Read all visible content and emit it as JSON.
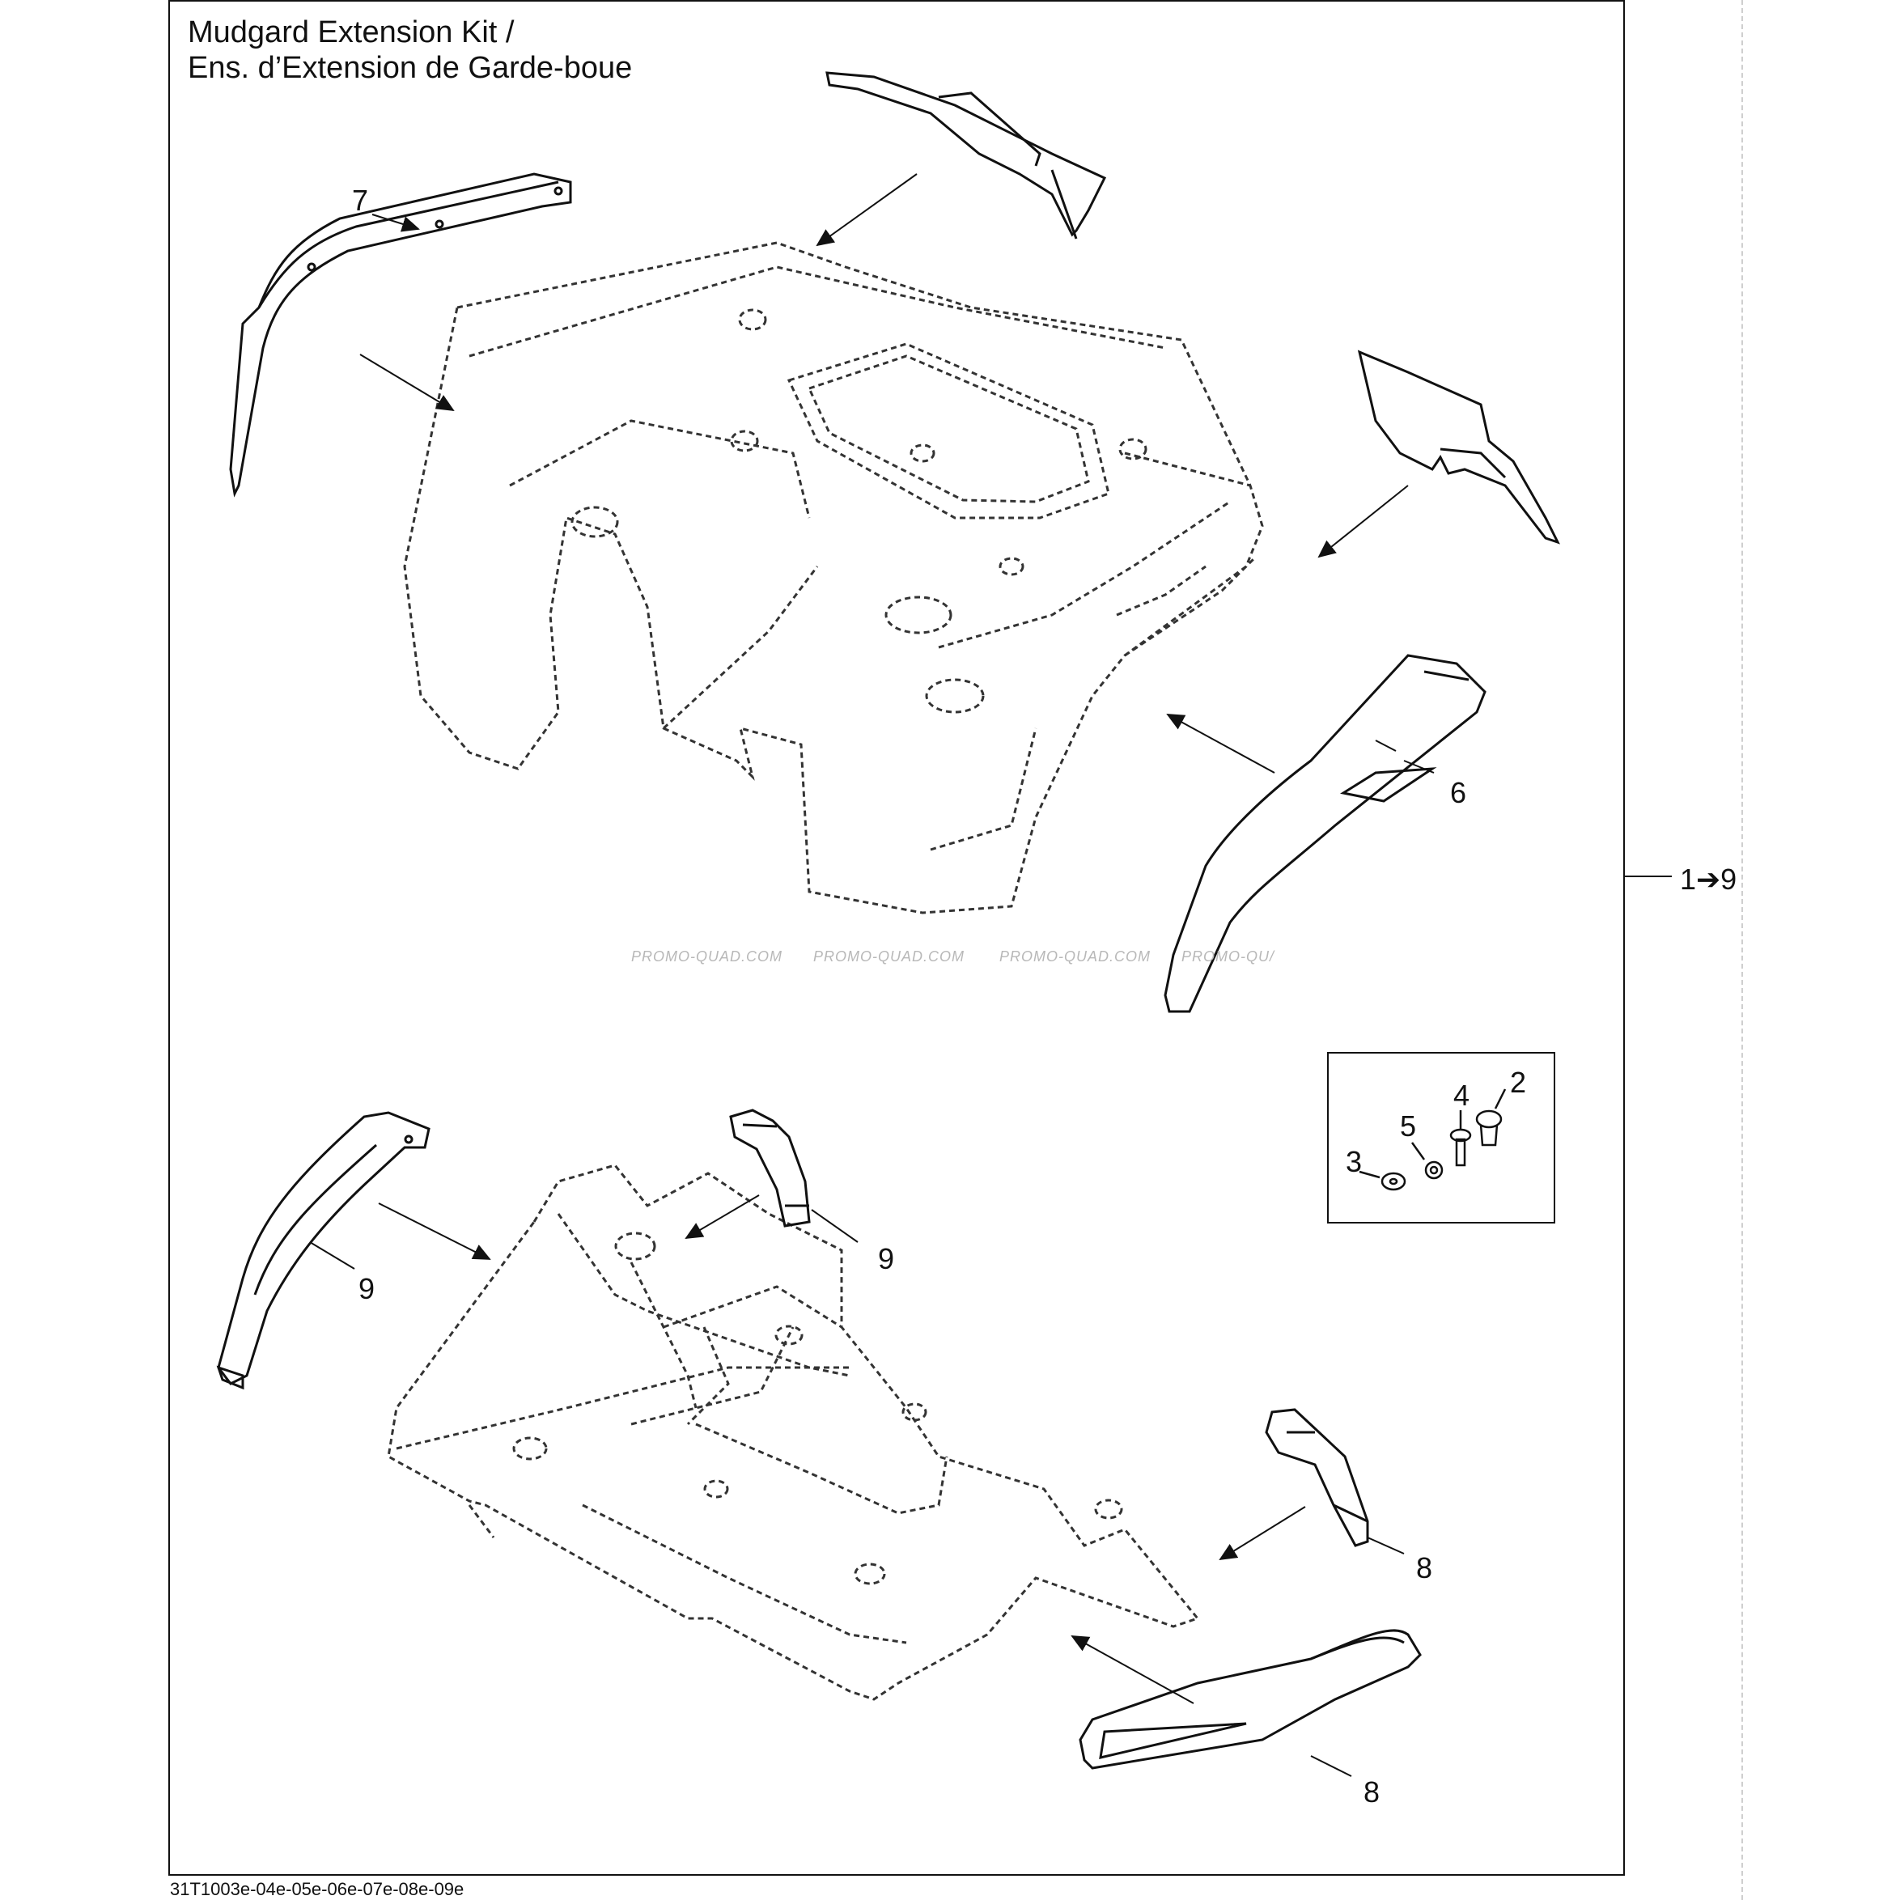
{
  "title": {
    "line1": "Mudgard Extension Kit /",
    "line2": "Ens. d’Extension de Garde-boue"
  },
  "range_label": "1➔9",
  "footer_code": "31T1003e-04e-05e-06e-07e-08e-09e",
  "watermarks": [
    "PROMO-QUAD.COM",
    "PROMO-QUAD.COM",
    "PROMO-QUAD.COM",
    "PROMO-QU/"
  ],
  "callouts": {
    "rear_left_extension": "7",
    "rear_right_extension": "6",
    "plug": "2",
    "washer": "3",
    "screw": "4",
    "nut": "5",
    "front_left_extension": "9",
    "front_top_extension": "9",
    "front_right_upper": "8",
    "front_right_lower": "8"
  }
}
